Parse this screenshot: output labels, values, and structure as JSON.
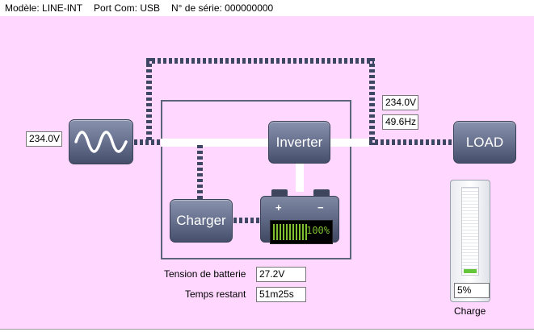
{
  "header": {
    "model": "Modèle: LINE-INT",
    "port": "Port Com: USB",
    "serial": "N° de série: 000000000"
  },
  "diagram": {
    "input_voltage": "234.0V",
    "output_voltage": "234.0V",
    "output_frequency": "49.6Hz",
    "inverter_label": "Inverter",
    "charger_label": "Charger",
    "load_label": "LOAD",
    "ac_source_icon": "sine-wave-icon",
    "battery_icon": "battery-icon",
    "battery_plus": "+",
    "battery_minus": "−",
    "battery_percent_text": "100%",
    "battery_level": 1.0
  },
  "battery_info": {
    "voltage_label": "Tension de batterie",
    "voltage_value": "27.2V",
    "time_label": "Temps restant",
    "time_value": "51m25s"
  },
  "load_gauge": {
    "value_text": "5%",
    "level": 0.05,
    "label": "Charge"
  },
  "colors": {
    "background": "#ffd7ff",
    "block": "#6b7592",
    "dash": "#3d4663",
    "gauge_fill": "#66c63a",
    "battery_bar": "#7fc031"
  }
}
